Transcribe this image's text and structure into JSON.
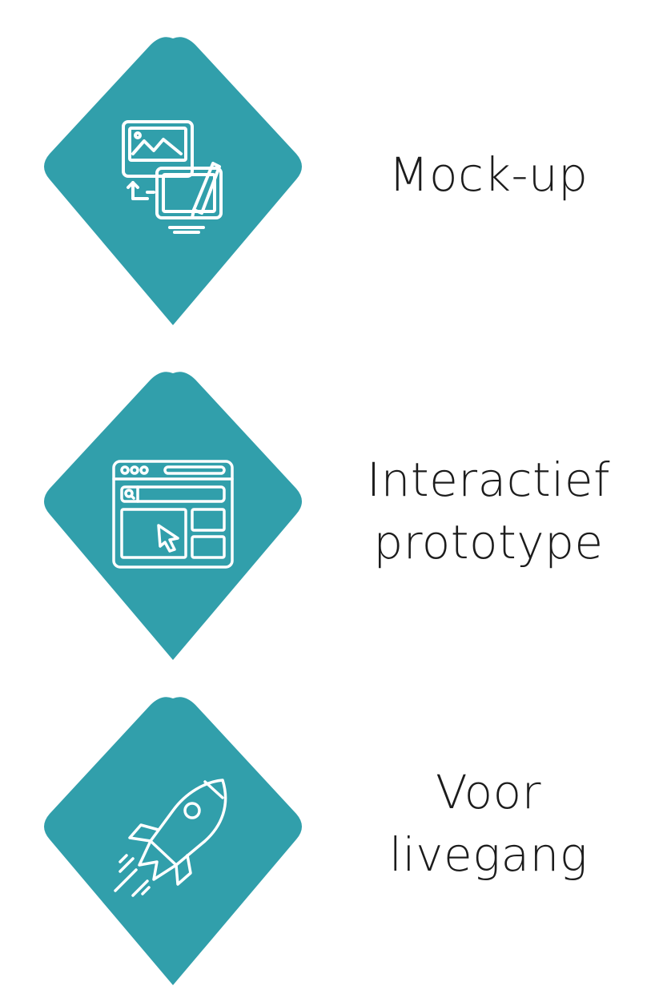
{
  "colors": {
    "diamond": "#319fab",
    "icon_stroke": "#ffffff",
    "label_text": "#1c1c1c",
    "background": "#ffffff"
  },
  "steps": [
    {
      "icon": "mockup-design-icon",
      "label_lines": [
        "Mock-up"
      ]
    },
    {
      "icon": "browser-prototype-icon",
      "label_lines": [
        "Interactief",
        "prototype"
      ]
    },
    {
      "icon": "rocket-launch-icon",
      "label_lines": [
        "Voor",
        "livegang"
      ]
    }
  ]
}
